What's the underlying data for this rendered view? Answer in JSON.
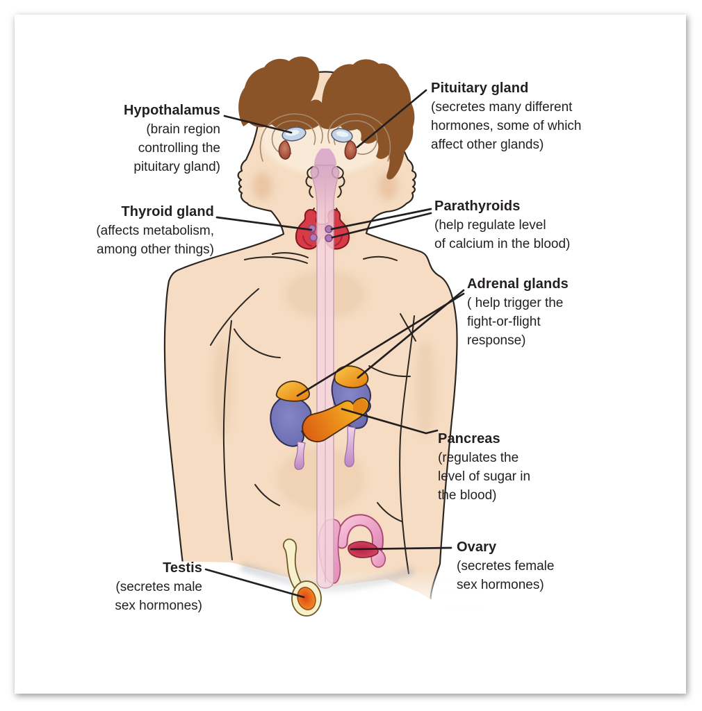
{
  "figure": {
    "kind": "anatomical-diagram",
    "subject": "Human endocrine system glands",
    "labels": [
      {
        "id": "hypothalamus",
        "name": "Hypothalamus",
        "desc": "(brain region\ncontrolling the\npituitary gland)"
      },
      {
        "id": "pituitary",
        "name": "Pituitary gland",
        "desc": "(secretes many different\nhormones, some of which\naffect other glands)"
      },
      {
        "id": "thyroid",
        "name": "Thyroid gland",
        "desc": "(affects metabolism,\namong other things)"
      },
      {
        "id": "parathyroids",
        "name": "Parathyroids",
        "desc": "(help regulate level\nof calcium in the blood)"
      },
      {
        "id": "adrenal",
        "name": "Adrenal glands",
        "desc": "( help trigger the\nfight-or-flight\nresponse)"
      },
      {
        "id": "pancreas",
        "name": "Pancreas",
        "desc": "(regulates the\nlevel of sugar in\nthe blood)"
      },
      {
        "id": "ovary",
        "name": "Ovary",
        "desc": "(secretes female\nsex hormones)"
      },
      {
        "id": "testis",
        "name": "Testis",
        "desc": "(secretes male\nsex hormones)"
      }
    ]
  },
  "palette": {
    "page_bg": "#ffffff",
    "skin": "#f5dcc2",
    "skin_shade": "#dfb28a",
    "hair": "#8a5428",
    "outline": "#2b2621",
    "brain_line": "#a6886b",
    "hypothalamus": "#c3d4e9",
    "pituitary_dark": "#8f3423",
    "thyroid": "#d63b47",
    "thyroid_dark": "#a8212f",
    "parathyroid": "#b277b6",
    "kidney": "#6c6db3",
    "adrenal": "#efa01e",
    "pancreas": "#e8821c",
    "spinal_cord": "#f3d0db",
    "uterus": "#f3aecd",
    "ovary": "#c22848",
    "testis_sac": "#f8efcb",
    "testis_core": "#e34515",
    "leader_line": "#231f20",
    "label_text": "#231f20"
  }
}
